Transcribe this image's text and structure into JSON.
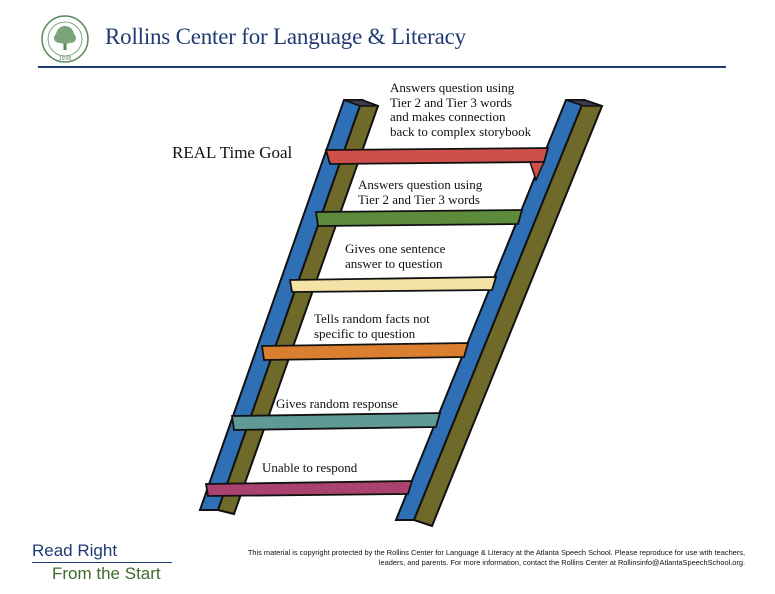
{
  "header": {
    "org_name": "Rollins Center for Language & Literacy",
    "logo_icon": "tree-seal-icon",
    "logo_text": "ATLANTA SPEECH SCHOOL",
    "logo_year": "1938"
  },
  "diagram": {
    "goal_label": "REAL Time Goal",
    "steps": [
      {
        "text": [
          "Answers question using",
          "Tier 2 and Tier 3 words",
          "and makes connection",
          "back to complex storybook"
        ],
        "color": "#cf4f4a"
      },
      {
        "text": [
          "Answers question using",
          "Tier 2 and Tier 3 words"
        ],
        "color": "#5e8a3c"
      },
      {
        "text": [
          "Gives one sentence",
          "answer to question"
        ],
        "color": "#f5e2a6"
      },
      {
        "text": [
          "Tells random facts not",
          "specific to question"
        ],
        "color": "#d97f2f"
      },
      {
        "text": [
          "Gives random response"
        ],
        "color": "#5f9a96"
      },
      {
        "text": [
          "Unable to respond"
        ],
        "color": "#a9426f"
      }
    ],
    "rail_colors": {
      "blue": "#2e6fb6",
      "olive": "#6f6a2a",
      "cap": "#3c3a4a"
    }
  },
  "footer": {
    "brand_line1": "Read Right",
    "brand_line2": "From the Start",
    "copyright_line1": "This material is copyright protected by the Rollins Center for Language & Literacy at the Atlanta Speech School. Please reproduce for use with teachers,",
    "copyright_line2": "leaders, and parents. For more information, contact the Rollins Center at Rollinsinfo@AtlantaSpeechSchool.org."
  }
}
